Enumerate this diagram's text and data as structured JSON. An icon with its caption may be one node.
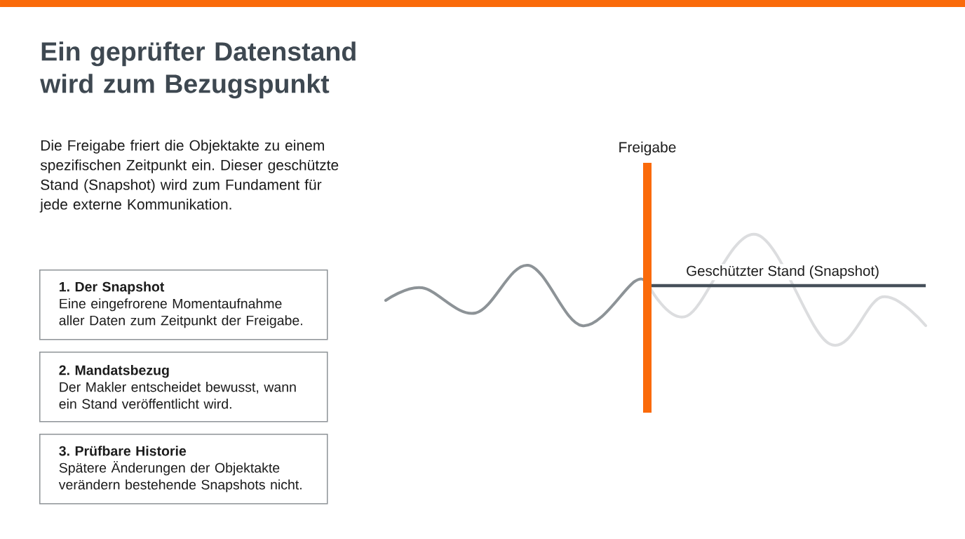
{
  "diagram": {
    "title": "Ein geprüfter Datenstand wird zum Bezugspunkt",
    "nodes": [
      {
        "text": [
          "1. Der Snapshot",
          "Eine eingefrorene Momentaufnahme aller Daten zum Zeitpunkt der Freigabe."
        ]
      },
      {
        "text": [
          "2. Mandatsbezug",
          "Der Makler entscheidet bewusst, wann ein Stand veröffentlicht wird."
        ]
      },
      {
        "text": [
          "3. Prüfbare Historie",
          "Spätere Änderungen der Objektakte verändern bestehende Snapshots nicht."
        ]
      }
    ],
    "labels": [
      "Die Freigabe friert die Objektakte zu einem spezifischen Zeitpunkt ein. Dieser geschützte Stand (Snapshot) wird zum Fundament für jede externe Kommunikation.",
      "Freigabe",
      "Geschützter Stand (Snapshot)"
    ]
  }
}
